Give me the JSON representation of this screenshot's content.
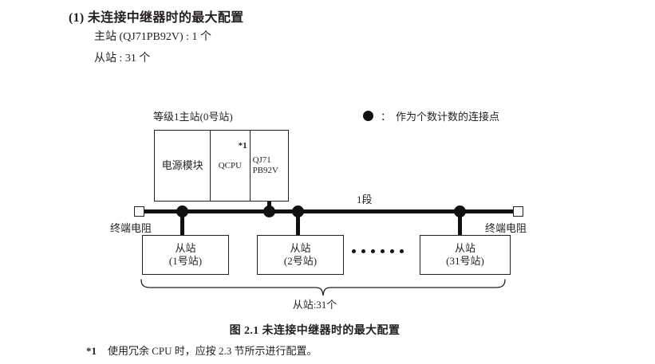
{
  "section": {
    "title": "(1) 未连接中继器时的最大配置",
    "specs": [
      "主站 (QJ71PB92V) : 1 个",
      "从站 : 31 个"
    ]
  },
  "legend": {
    "symbol": "filled-circle",
    "colon": "：",
    "text": "作为个数计数的连接点"
  },
  "diagram": {
    "master": {
      "label": "等级1主站(0号站)",
      "cells": {
        "power": "电源模块",
        "cpu": "QCPU",
        "cpu_footnote_mark": "*1",
        "network_line1": "QJ71",
        "network_line2": "PB92V"
      }
    },
    "bus": {
      "segment_label": "1段",
      "terminator_left": "终端电阻",
      "terminator_right": "终端电阻"
    },
    "slaves": [
      {
        "line1": "从站",
        "line2": "(1号站)"
      },
      {
        "line1": "从站",
        "line2": "(2号站)"
      },
      {
        "line1": "从站",
        "line2": "(31号站)"
      }
    ],
    "ellipsis_count": 6,
    "brace_label": "从站:31个"
  },
  "caption": "图 2.1  未连接中继器时的最大配置",
  "footnote": {
    "mark": "*1",
    "text": "使用冗余 CPU 时，应按 2.3 节所示进行配置。"
  },
  "colors": {
    "ink": "#231f20",
    "node": "#111111",
    "paper": "#ffffff"
  }
}
